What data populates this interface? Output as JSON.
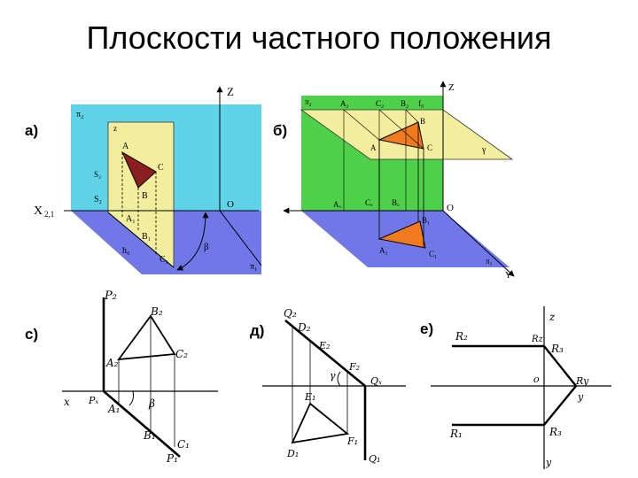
{
  "title": "Плоскости частного положения",
  "panels": {
    "a": {
      "label": "а)"
    },
    "b": {
      "label": "б)"
    },
    "c": {
      "label": "с)"
    },
    "d": {
      "label": "д)"
    },
    "e": {
      "label": "е)"
    }
  },
  "fig_a": {
    "z": "Z",
    "x": "X",
    "x_sub": "2,1",
    "o": "O",
    "pi2": "π₂",
    "pi1": "π₁",
    "z_small": "z",
    "A": "A",
    "B": "B",
    "C": "C",
    "A1": "A₁",
    "B1": "B₁",
    "C1": "C₁",
    "S2": "S₂",
    "S2x": "S₂",
    "h0": "h₀",
    "beta": "β",
    "colors": {
      "wall": "#5fd3e8",
      "floor": "#6f78e6",
      "plane": "#f2ee9e",
      "triangle": "#8b1f1f"
    }
  },
  "fig_b": {
    "z": "Z",
    "y": "Y",
    "o": "O",
    "pi2": "π₂",
    "pi1": "π₁",
    "gamma": "γ",
    "f0": "f₀",
    "A": "A",
    "B": "B",
    "C": "C",
    "A2": "A₂",
    "B2": "B₂",
    "C2": "C₂",
    "A1": "A₁",
    "B1": "B₁",
    "C1": "C₁",
    "Ax": "Aₓ",
    "Bx": "Bₓ",
    "Cx": "Cₓ",
    "colors": {
      "wall": "#4fd04a",
      "floor": "#6f78e6",
      "plane": "#f2ee9e",
      "triangle": "#f07a1e"
    }
  },
  "fig_c": {
    "P2": "P₂",
    "A2": "A₂",
    "B2": "B₂",
    "C2": "C₂",
    "P1": "P₁",
    "A1": "A₁",
    "B1": "B₁",
    "C1": "C₁",
    "Px": "Pₓ",
    "beta": "β",
    "x": "x"
  },
  "fig_d": {
    "Q2": "Q₂",
    "D2": "D₂",
    "E2": "E₂",
    "F2": "F₂",
    "Qx": "Qₓ",
    "Q1": "Q₁",
    "E1": "E₁",
    "D1": "D₁",
    "F1": "F₁",
    "gamma": "γ"
  },
  "fig_e": {
    "z": "z",
    "R2": "R₂",
    "Rz": "Rz",
    "R3": "R₃",
    "o": "o",
    "Ry": "Ry",
    "y": "y",
    "R1": "R₁",
    "R3b": "R₃",
    "y2": "y"
  }
}
